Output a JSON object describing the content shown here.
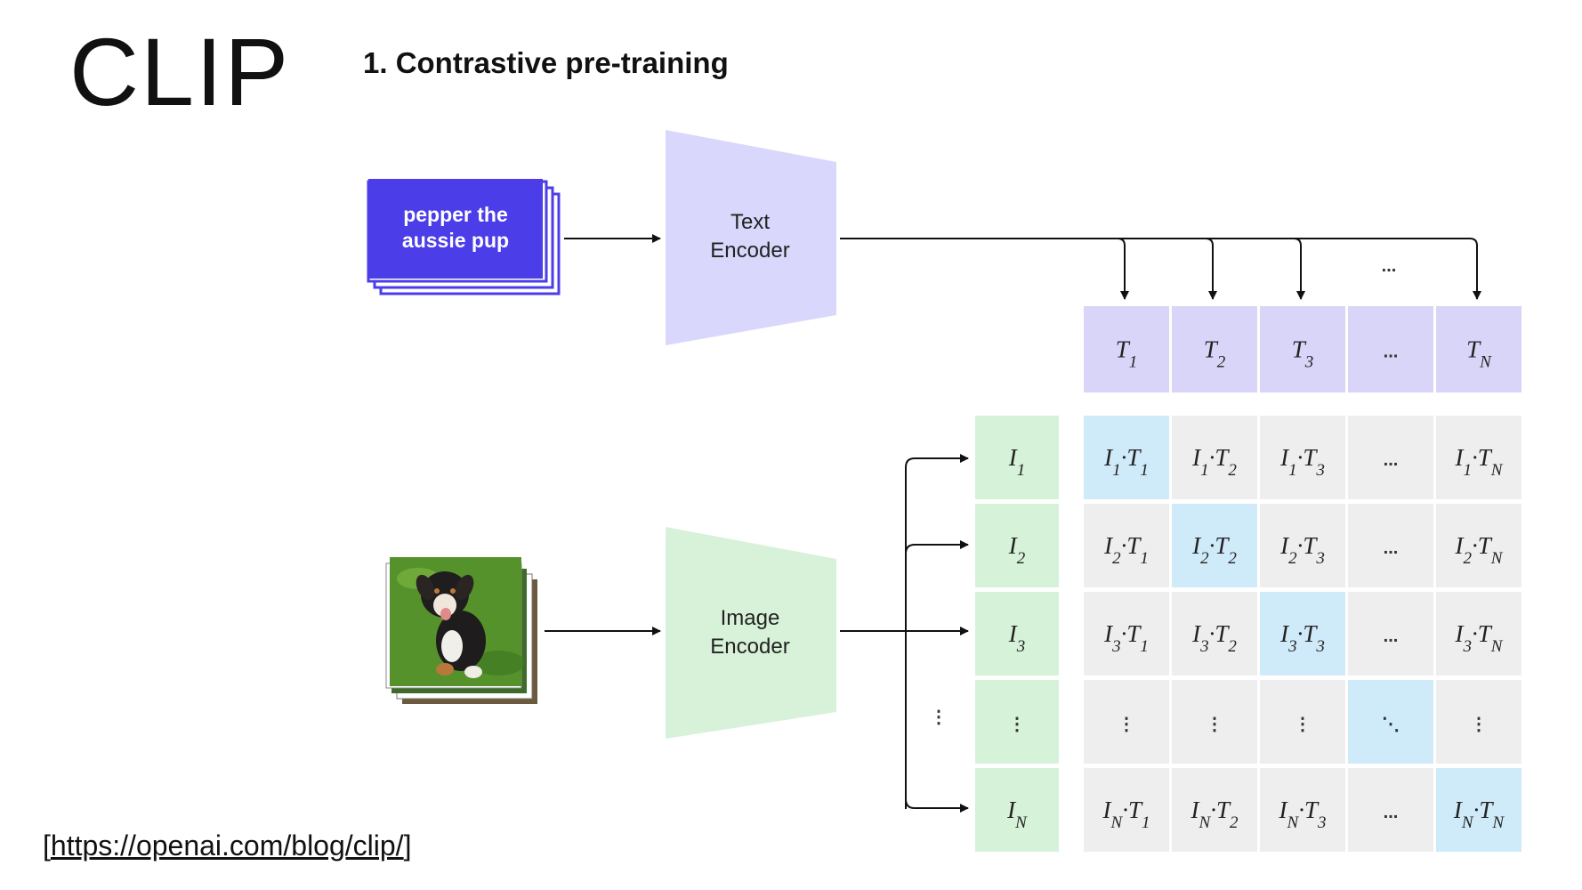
{
  "slide": {
    "title": "CLIP",
    "source_prefix": "[",
    "source_url": "https://openai.com/blog/clip/",
    "source_suffix": "]"
  },
  "diagram": {
    "section_title": "1. Contrastive pre-training",
    "text_input": {
      "line1": "pepper the",
      "line2": "aussie pup"
    },
    "text_encoder": {
      "line1": "Text",
      "line2": "Encoder"
    },
    "image_encoder": {
      "line1": "Image",
      "line2": "Encoder"
    },
    "image_input_icon": "puppy-photo-stack",
    "ellipsis_label": "...",
    "text_features": [
      {
        "base": "T",
        "sub": "1"
      },
      {
        "base": "T",
        "sub": "2"
      },
      {
        "base": "T",
        "sub": "3"
      },
      {
        "base": "...",
        "sub": ""
      },
      {
        "base": "T",
        "sub": "N"
      }
    ],
    "image_features": [
      {
        "base": "I",
        "sub": "1"
      },
      {
        "base": "I",
        "sub": "2"
      },
      {
        "base": "I",
        "sub": "3"
      },
      {
        "base": "⋮",
        "sub": ""
      },
      {
        "base": "I",
        "sub": "N"
      }
    ],
    "matrix_row_ids": [
      "1",
      "2",
      "3",
      "⋮",
      "N"
    ],
    "matrix_col_ids": [
      "1",
      "2",
      "3",
      "...",
      "N"
    ],
    "vertical_ellipsis": "⋮",
    "diagonal_ellipsis": "⋱",
    "colors": {
      "text_input": "#4b3ee8",
      "text_encoder": "#d9d7fb",
      "text_feature": "#d8d5f8",
      "image_encoder": "#d8f2da",
      "image_feature": "#d6f2d8",
      "matrix_cell": "#eeeeef",
      "matrix_diagonal": "#cfeaf8"
    }
  }
}
